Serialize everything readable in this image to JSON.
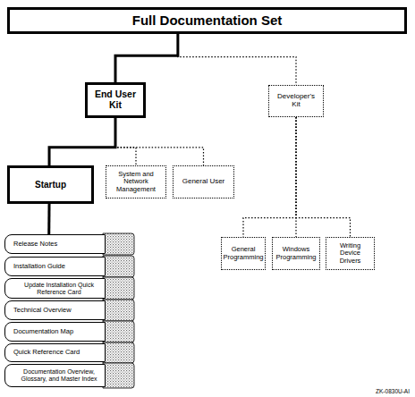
{
  "diagram": {
    "nodes": [
      {
        "text": [
          "Full Documentation Set"
        ]
      },
      {
        "text": [
          "End User Kit"
        ]
      },
      {
        "text": [
          "Developer's Kit"
        ]
      },
      {
        "text": [
          "Startup"
        ]
      },
      {
        "text": [
          "System and Network Management"
        ]
      },
      {
        "text": [
          "General User"
        ]
      },
      {
        "text": [
          "General Programming"
        ]
      },
      {
        "text": [
          "Windows Programming"
        ]
      },
      {
        "text": [
          "Writing Device Drivers"
        ]
      },
      {
        "text": [
          "Release Notes"
        ]
      },
      {
        "text": [
          "Installation Guide"
        ]
      },
      {
        "text": [
          "Update Installation Quick Reference Card"
        ]
      },
      {
        "text": [
          "Technical Overview"
        ]
      },
      {
        "text": [
          "Documentation Map"
        ]
      },
      {
        "text": [
          "Quick Reference Card"
        ]
      },
      {
        "text": [
          "Documentation Overview, Glossary, and Master Index"
        ]
      }
    ],
    "edges": [
      {
        "from": 0,
        "to": 1,
        "arrow": "none"
      },
      {
        "from": 0,
        "to": 2,
        "arrow": "none"
      },
      {
        "from": 1,
        "to": 3,
        "arrow": "none"
      },
      {
        "from": 1,
        "to": 4,
        "arrow": "none"
      },
      {
        "from": 1,
        "to": 5,
        "arrow": "none"
      },
      {
        "from": 2,
        "to": 6,
        "arrow": "none"
      },
      {
        "from": 2,
        "to": 7,
        "arrow": "none"
      },
      {
        "from": 2,
        "to": 8,
        "arrow": "none"
      },
      {
        "from": 3,
        "to": 9,
        "arrow": "none"
      }
    ],
    "labels": [
      "ZK-0830U-AI"
    ]
  }
}
